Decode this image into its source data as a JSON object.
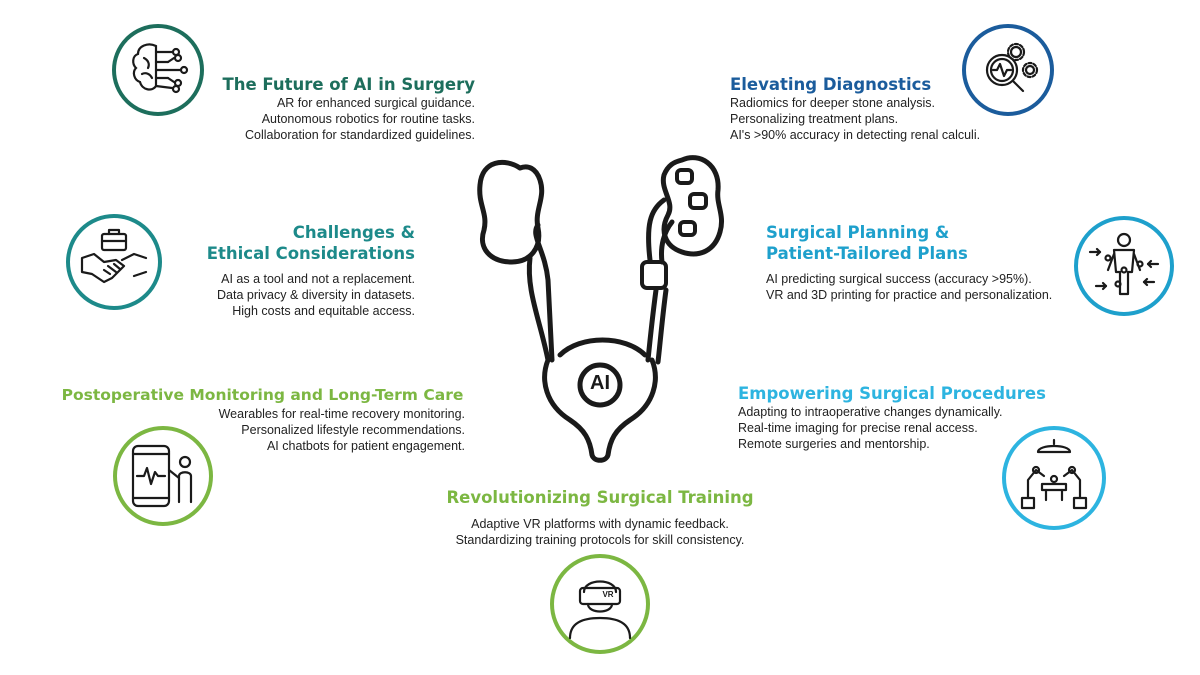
{
  "colors": {
    "dark_green": "#1d6e5c",
    "teal": "#1d8a8a",
    "lime_green": "#7cb742",
    "dark_blue": "#1b5c9c",
    "cyan_blue": "#1ea0cc",
    "light_blue": "#2db4e0",
    "outline": "#1a1a1a"
  },
  "center": {
    "label": "AI"
  },
  "sections": {
    "future": {
      "title": "The Future of AI in Surgery",
      "lines": [
        "AR for enhanced surgical guidance.",
        "Autonomous robotics for routine tasks.",
        "Collaboration for standardized guidelines."
      ],
      "icon": "brain-circuit-icon"
    },
    "challenges": {
      "title_lines": [
        "Challenges &",
        "Ethical Considerations"
      ],
      "lines": [
        "AI as a tool and not a replacement.",
        "Data privacy & diversity in datasets.",
        "High costs and equitable access."
      ],
      "icon": "handshake-briefcase-icon"
    },
    "postop": {
      "title": "Postoperative Monitoring and Long-Term Care",
      "lines": [
        "Wearables for real-time recovery monitoring.",
        "Personalized lifestyle recommendations.",
        "AI chatbots for patient engagement."
      ],
      "icon": "phone-heartbeat-person-icon"
    },
    "training": {
      "title": "Revolutionizing Surgical Training",
      "lines": [
        "Adaptive VR platforms with dynamic feedback.",
        "Standardizing training protocols for skill consistency."
      ],
      "icon": "vr-headset-person-icon",
      "icon_label": "VR"
    },
    "diagnostics": {
      "title": "Elevating Diagnostics",
      "lines": [
        "Radiomics for deeper stone analysis.",
        "Personalizing treatment plans.",
        "AI's >90% accuracy in detecting renal calculi."
      ],
      "icon": "magnifier-gears-icon"
    },
    "planning": {
      "title_lines": [
        "Surgical Planning &",
        "Patient-Tailored Plans"
      ],
      "lines": [
        "AI predicting surgical success (accuracy >95%).",
        "VR and 3D printing for practice and personalization."
      ],
      "icon": "patient-targeting-icon"
    },
    "procedures": {
      "title": "Empowering Surgical Procedures",
      "lines": [
        "Adapting to intraoperative changes dynamically.",
        "Real-time imaging for precise renal access.",
        "Remote surgeries and mentorship."
      ],
      "icon": "robotic-surgery-icon"
    }
  }
}
